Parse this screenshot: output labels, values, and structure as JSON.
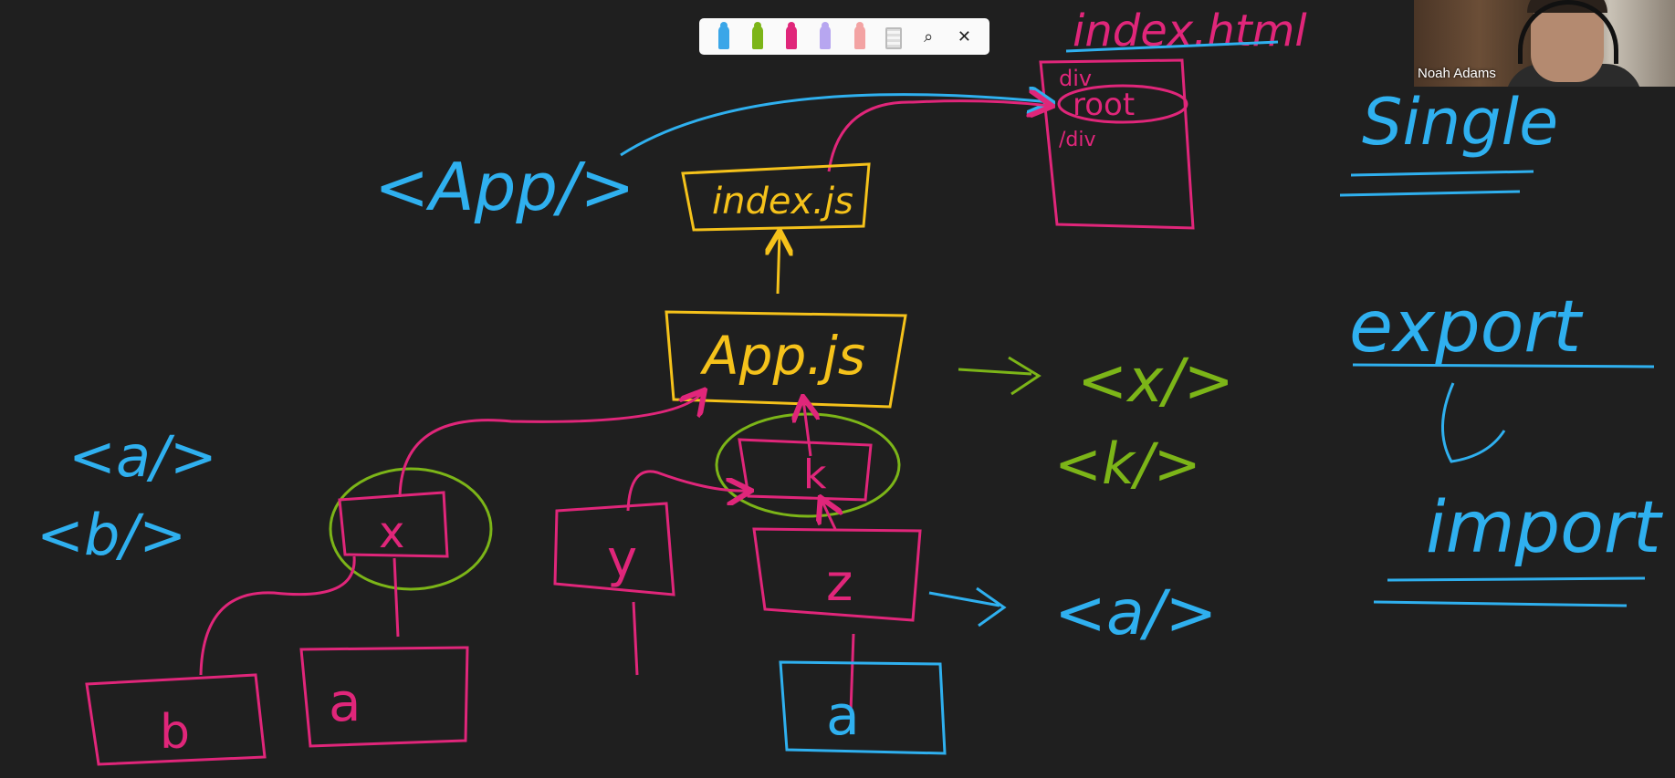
{
  "toolbar": {
    "markers": [
      {
        "name": "blue-marker",
        "color": "#3aa6e8"
      },
      {
        "name": "green-marker",
        "color": "#7cb518"
      },
      {
        "name": "pink-marker",
        "color": "#e0267a"
      },
      {
        "name": "purple-marker",
        "color": "#b7a6f0"
      },
      {
        "name": "salmon-marker",
        "color": "#f3a3a3"
      }
    ],
    "eraser_icon": "eraser-icon",
    "zoom_icon": "zoom-icon",
    "close_icon": "close-icon",
    "close_glyph": "✕",
    "zoom_glyph": "⌕"
  },
  "video": {
    "participant_name": "Noah Adams"
  },
  "colors": {
    "blue": "#2fb0ef",
    "pink": "#e0267a",
    "yellow": "#f5c21b",
    "green": "#7cb518",
    "background": "#1f1f1f"
  },
  "board": {
    "index_html": "index.html",
    "div_open": "div",
    "root": "root",
    "div_close": "/div",
    "app_tag": "<App/>",
    "index_js": "index.js",
    "app_js": "App.js",
    "x": "x",
    "k": "k",
    "y": "y",
    "z": "z",
    "b": "b",
    "a": "a",
    "a_blue": "a",
    "tag_a": "<a/>",
    "tag_b": "<b/>",
    "tag_x": "<x/>",
    "tag_k": "<k/>",
    "tag_a2": "<a/>",
    "single": "Single",
    "export": "export",
    "import": "import"
  }
}
